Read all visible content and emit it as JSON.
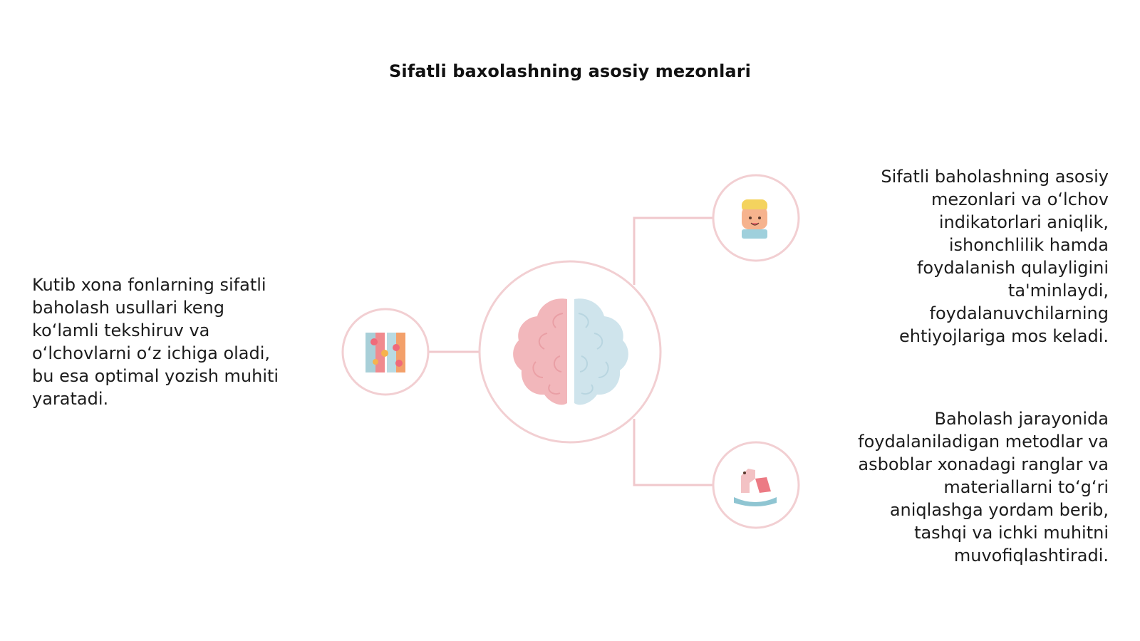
{
  "title": "Sifatli baxolashning asosiy mezonlari",
  "blocks": {
    "left": {
      "lines": [
        "Kutib xona fonlarning sifatli",
        "baholash usullari keng",
        "koʻlamli tekshiruv va",
        "oʻlchovlarni oʻz ichiga oladi,",
        "bu esa optimal yozish muhiti",
        "yaratadi."
      ]
    },
    "right_top": {
      "lines": [
        "Sifatli baholashning asosiy",
        "mezonlari va oʻlchov",
        "indikatorlari aniqlik,",
        "ishonchlilik hamda",
        "foydalanish qulayligini",
        "ta'minlaydi,",
        "foydalanuvchilarning",
        "ehtiyojlariga mos keladi."
      ]
    },
    "right_bottom": {
      "lines": [
        "Baholash jarayonida",
        "foydalaniladigan metodlar va",
        "asboblar xonadagi ranglar va",
        "materiallarni toʻgʻri",
        "aniqlashga yordam berib,",
        "tashqi va ichki muhitni",
        "muvofiqlashtiradi."
      ]
    }
  },
  "icons": {
    "center": "brain-icon",
    "left": "palette-swatches-icon",
    "right_top": "face-icon",
    "right_bottom": "rocking-horse-icon"
  },
  "colors": {
    "circle_stroke": "#f2cfd2",
    "connector": "#f0c8cc",
    "brain_left": "#f2b7bb",
    "brain_right": "#cfe4ec"
  }
}
